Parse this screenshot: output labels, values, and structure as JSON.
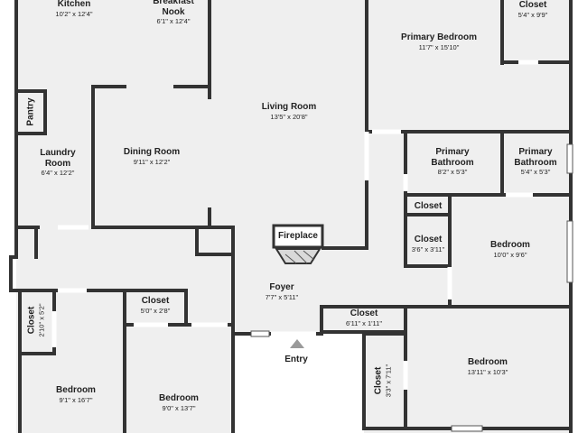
{
  "colors": {
    "wall": "#333333",
    "floor": "#efefef",
    "exterior": "#ffffff",
    "window": "#cfcfcf",
    "fireplace_fill": "#d9d9d9"
  },
  "rooms": {
    "kitchen": {
      "name": "Kitchen",
      "dim": "10'2\" x 12'4\""
    },
    "breakfast_nook": {
      "name": "Breakfast\nNook",
      "dim": "6'1\" x 12'4\""
    },
    "primary_bedroom": {
      "name": "Primary Bedroom",
      "dim": "11'7\" x 15'10\""
    },
    "primary_closet": {
      "name": "Closet",
      "dim": "5'4\" x 9'9\""
    },
    "pantry": {
      "name": "Pantry"
    },
    "laundry": {
      "name": "Laundry\nRoom",
      "dim": "6'4\" x 12'2\""
    },
    "dining": {
      "name": "Dining Room",
      "dim": "9'11\" x 12'2\""
    },
    "living": {
      "name": "Living Room",
      "dim": "13'5\" x 20'8\""
    },
    "primary_bath_1": {
      "name": "Primary\nBathroom",
      "dim": "8'2\" x 5'3\""
    },
    "primary_bath_2": {
      "name": "Primary\nBathroom",
      "dim": "5'4\" x 5'3\""
    },
    "closet_small": {
      "name": "Closet"
    },
    "closet_36": {
      "name": "Closet",
      "dim": "3'6\" x 3'11\""
    },
    "bedroom_right": {
      "name": "Bedroom",
      "dim": "10'0\" x 9'6\""
    },
    "fireplace": {
      "name": "Fireplace"
    },
    "foyer": {
      "name": "Foyer",
      "dim": "7'7\" x 5'11\""
    },
    "closet_foyer_left": {
      "name": "Closet",
      "dim": "5'0\" x 2'8\""
    },
    "closet_foyer_right": {
      "name": "Closet",
      "dim": "6'11\" x 1'11\""
    },
    "closet_left": {
      "name": "Closet",
      "dim": "2'10\" x 5'2\""
    },
    "closet_vertical": {
      "name": "Closet",
      "dim": "3'3\" x 7'11\""
    },
    "bedroom_lower_right": {
      "name": "Bedroom",
      "dim": "13'11\" x 10'3\""
    },
    "bedroom_lower_left": {
      "name": "Bedroom",
      "dim": "9'1\" x 16'7\""
    },
    "bedroom_lower_mid": {
      "name": "Bedroom",
      "dim": "9'0\" x 13'7\""
    }
  },
  "entry": {
    "label": "Entry"
  }
}
